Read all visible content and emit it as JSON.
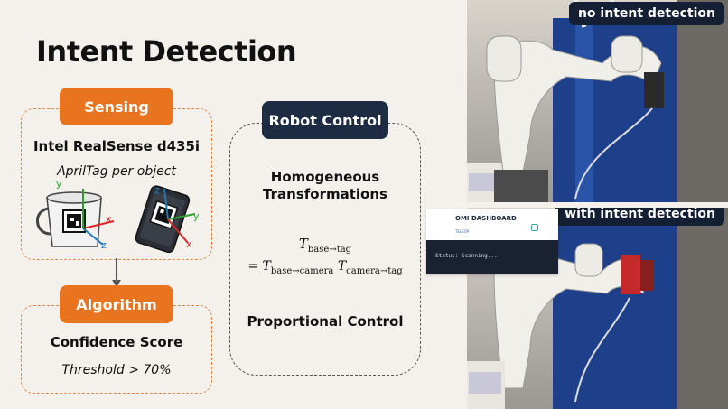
{
  "slide": {
    "title": "Intent Detection"
  },
  "sensing": {
    "header": "Sensing",
    "device": "Intel RealSense d435i",
    "method": "AprilTag per object",
    "axis_labels": {
      "mug": {
        "y": "y",
        "x": "x",
        "z": "z"
      },
      "phone": {
        "z": "z",
        "y": "y",
        "x": "x"
      }
    }
  },
  "algorithm": {
    "header": "Algorithm",
    "metric": "Confidence Score",
    "threshold": "Threshold > 70%"
  },
  "robot_control": {
    "header": "Robot Control",
    "line1": "Homogeneous",
    "line2": "Transformations",
    "eq_lhs": "T",
    "eq_lhs_sub": "base→tag",
    "eq_equals": "=",
    "eq_rhs1": "T",
    "eq_rhs1_sub": "base→camera",
    "eq_rhs2": "T",
    "eq_rhs2_sub": "camera→tag",
    "footer": "Proportional Control"
  },
  "videos": {
    "top_label": "no intent detection",
    "bottom_label": "with intent detection"
  },
  "dashboard": {
    "title": "OMI DASHBOARD",
    "tab": "TELEOP",
    "status": "Status: Scanning..."
  },
  "colors": {
    "accent_orange": "#e8741f",
    "navy": "#1d2b43",
    "background": "#f4f1ec"
  }
}
